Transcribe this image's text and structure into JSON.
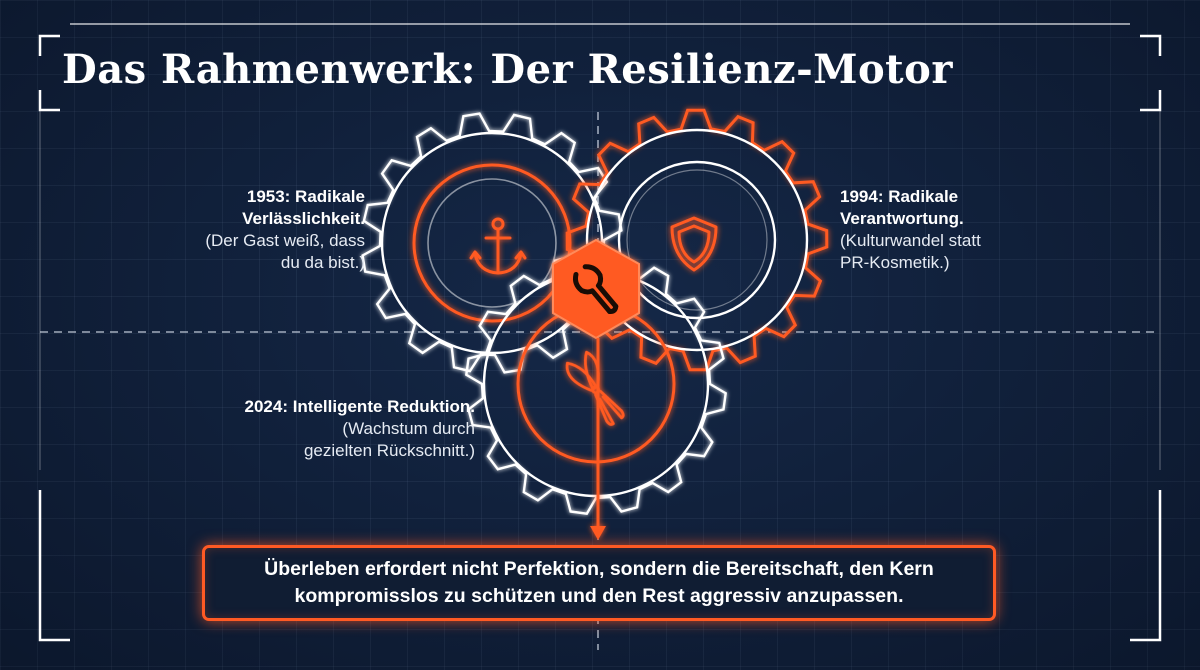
{
  "title": "Das Rahmenwerk: Der Resilienz-Motor",
  "gears": [
    {
      "year_title": "1953: Radikale Verlässlichkeit.",
      "subtitle": "(Der Gast weiß, dass du da bist.)",
      "icon": "anchor-icon"
    },
    {
      "year_title": "1994: Radikale Verantwortung.",
      "subtitle": "(Kulturwandel statt PR-Kosmetik.)",
      "icon": "shield-icon"
    },
    {
      "year_title": "2024: Intelligente Reduktion.",
      "subtitle": "(Wachstum durch gezielten Rückschnitt.)",
      "icon": "pruning-shears-icon"
    }
  ],
  "labels": {
    "gear1": {
      "line1": "1953: Radikale",
      "line2": "Verlässlichkeit.",
      "line3": "(Der Gast weiß, dass",
      "line4": "du da bist.)"
    },
    "gear2": {
      "line1": "1994: Radikale",
      "line2": "Verantwortung.",
      "line3": "(Kulturwandel statt",
      "line4": "PR-Kosmetik.)"
    },
    "gear3": {
      "line1": "2024: Intelligente Reduktion.",
      "line2": "(Wachstum durch",
      "line3": "gezielten Rückschnitt.)"
    }
  },
  "center_icon": "wrench-icon",
  "callout": {
    "line1": "Überleben erfordert nicht Perfektion, sondern die Bereitschaft, den Kern",
    "line2": "kompromisslos zu schützen und den Rest aggressiv anzupassen."
  },
  "colors": {
    "background": "#10203b",
    "accent": "#ff5a24",
    "line": "#ffffff",
    "grid": "#a0b9dc"
  }
}
